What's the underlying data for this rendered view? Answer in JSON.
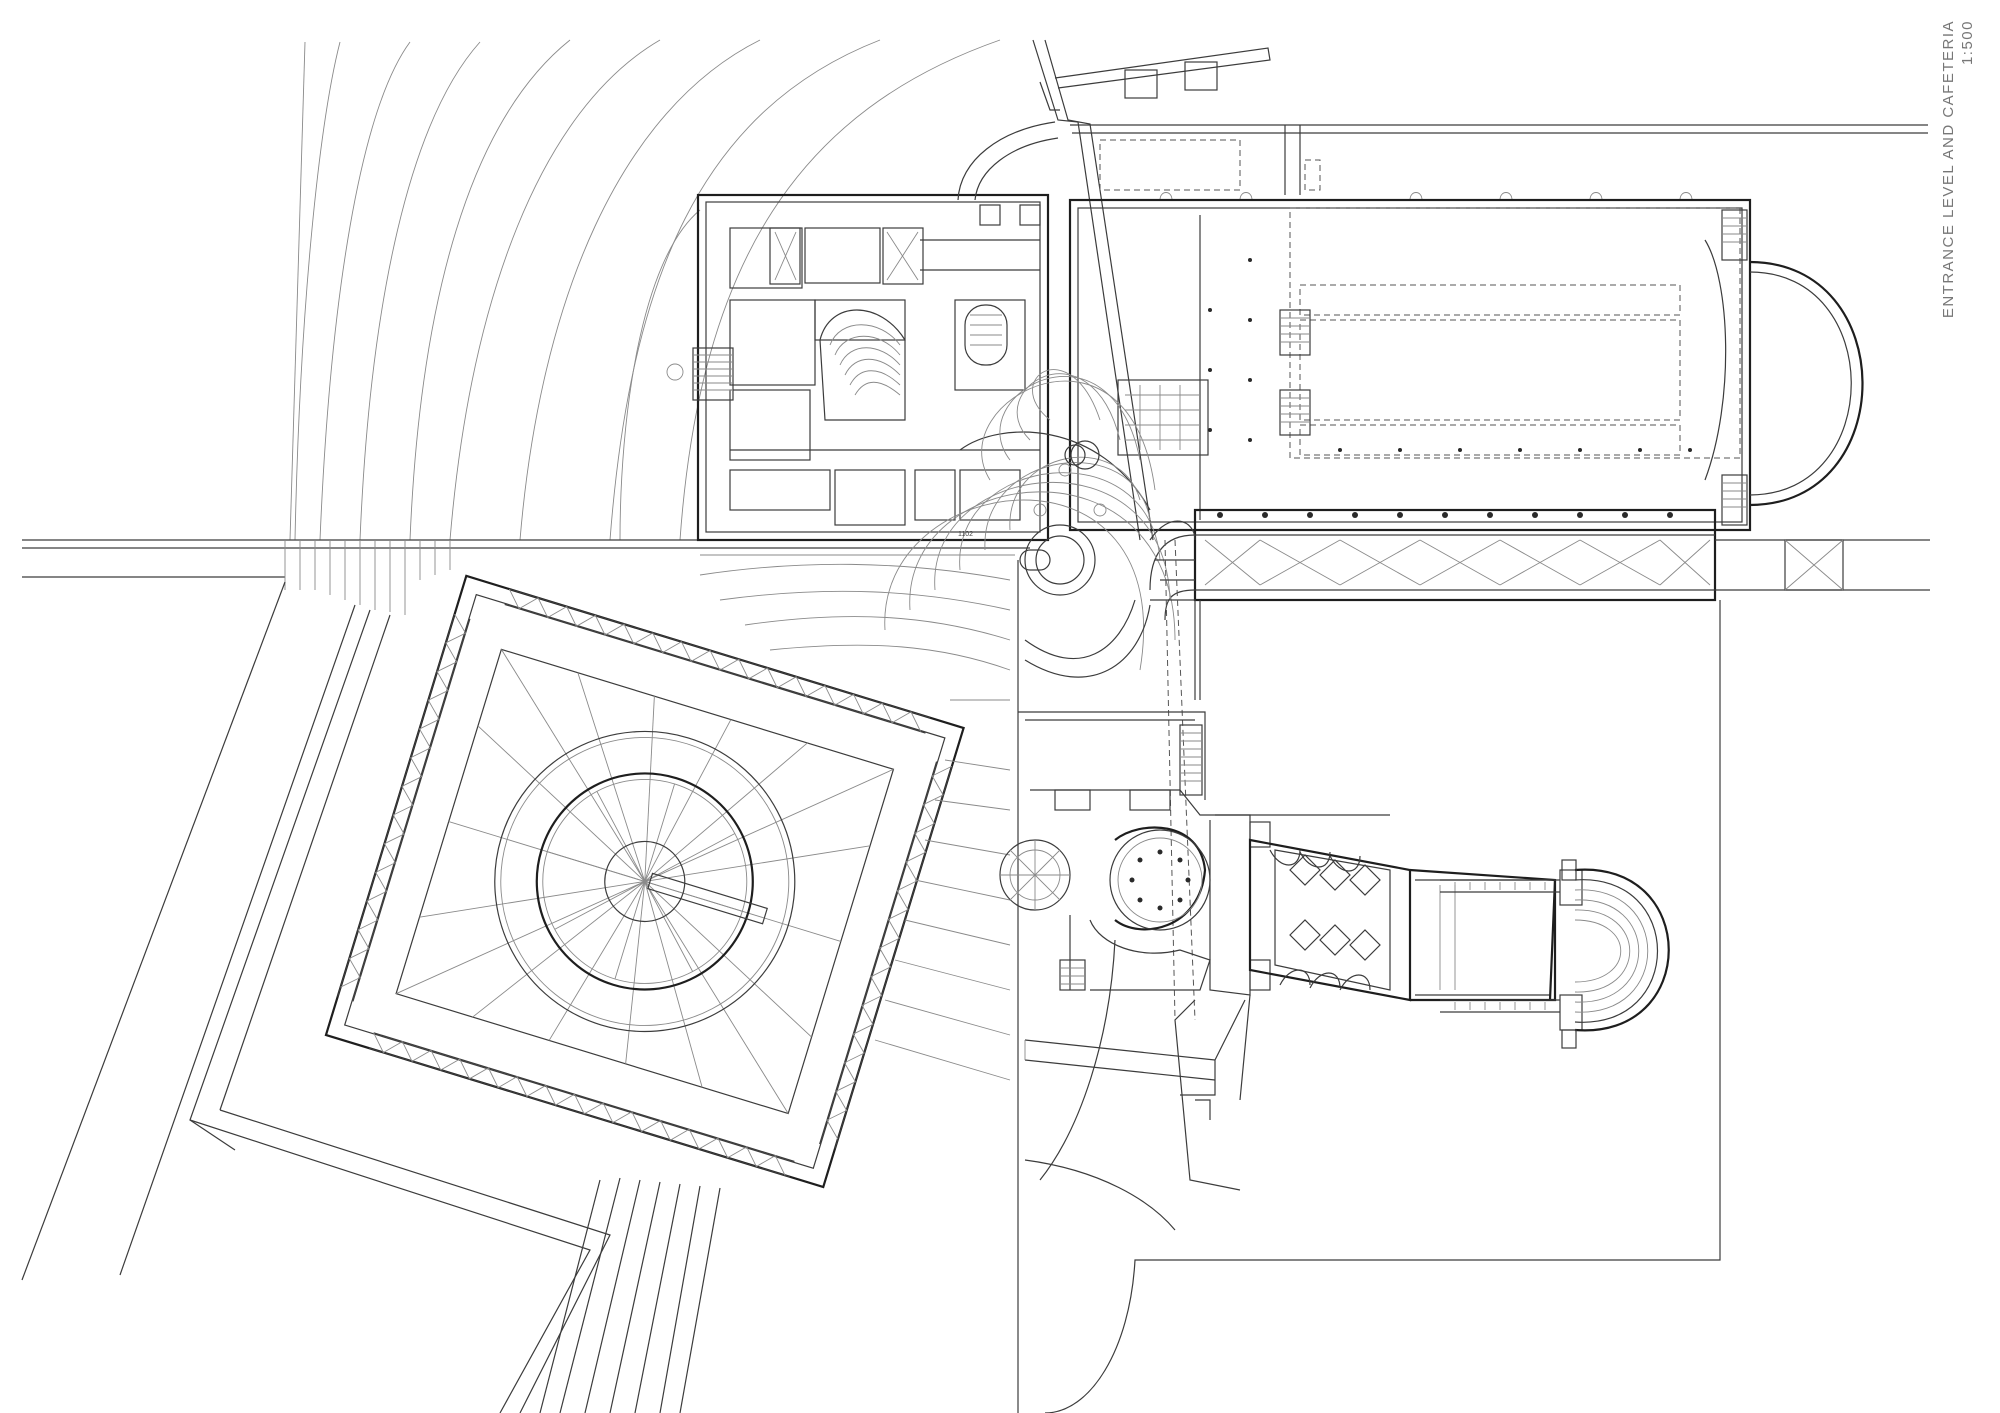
{
  "drawing": {
    "title": "ENTRANCE LEVEL AND CAFETERIA",
    "scale": "1:500",
    "small_label": "1102"
  }
}
